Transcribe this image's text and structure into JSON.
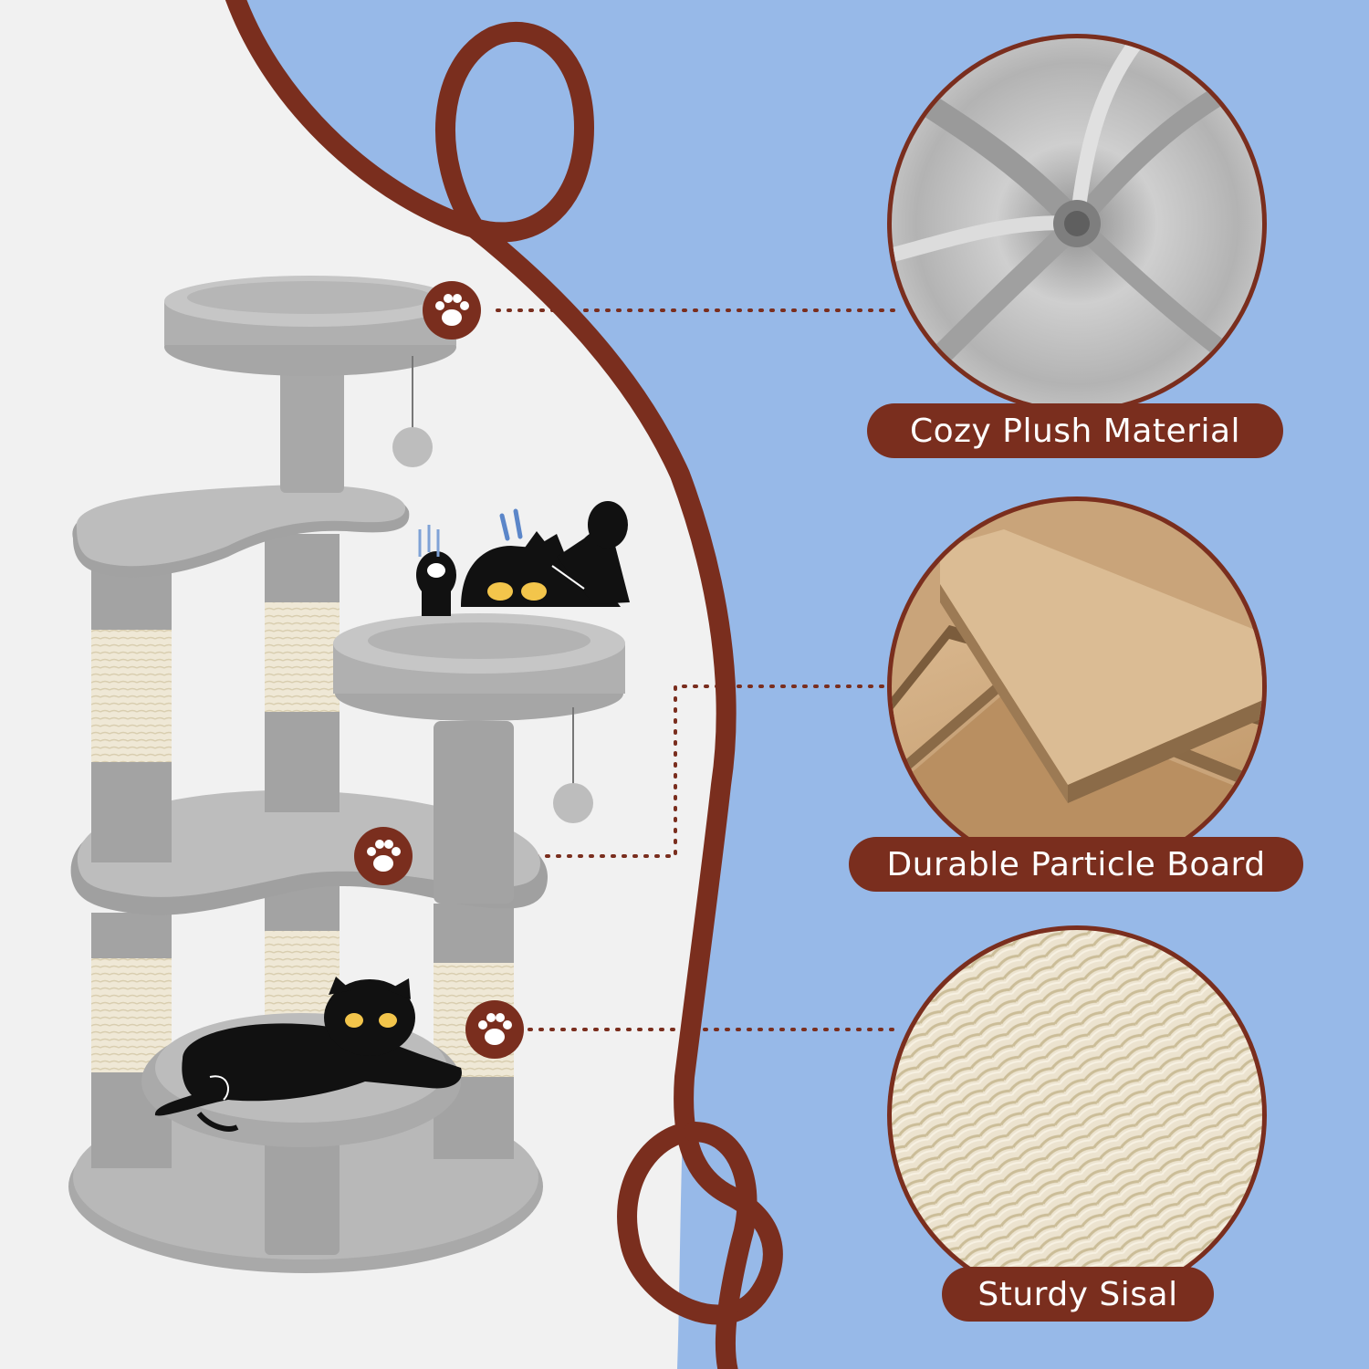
{
  "colors": {
    "background_left": "#f1f1f1",
    "background_right": "#97b9e8",
    "string": "#7a2e1e",
    "pill": "#7a2e1e",
    "plush_gray": "#a9a9a9",
    "plush_light": "#c4c4c4",
    "sisal": "#efe8d6",
    "board": "#d1ac82",
    "cat": "#111111"
  },
  "features": [
    {
      "id": "plush",
      "label": "Cozy Plush Material",
      "icon": "plush-fabric-swatch"
    },
    {
      "id": "board",
      "label": "Durable Particle Board",
      "icon": "particle-board-swatch"
    },
    {
      "id": "sisal",
      "label": "Sturdy Sisal",
      "icon": "sisal-rope-swatch"
    }
  ],
  "callout_icon": "paw-print-icon"
}
